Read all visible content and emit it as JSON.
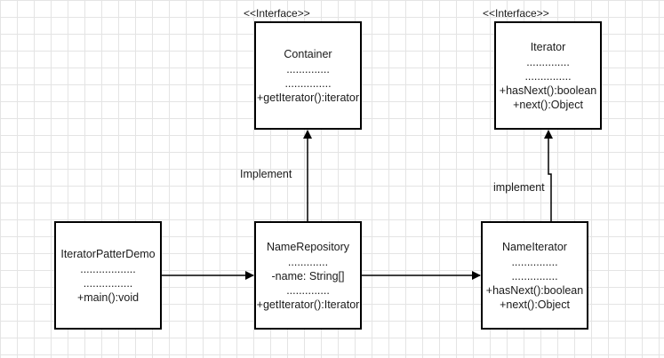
{
  "diagram": {
    "nodes": {
      "container": {
        "stereotype": "<<Interface>>",
        "title": "Container",
        "lines": [
          "..............",
          "...............",
          "+getIterator():iterator"
        ]
      },
      "iterator": {
        "stereotype": "<<Interface>>",
        "title": "Iterator",
        "lines": [
          "..............",
          "...............",
          "+hasNext():boolean",
          "+next():Object"
        ]
      },
      "demo": {
        "title": "IteratorPatterDemo",
        "lines": [
          "..................",
          "................",
          "+main():void"
        ]
      },
      "repository": {
        "title": "NameRepository",
        "lines": [
          ".............",
          "-name: String[]",
          "..............",
          "+getIterator():Iterator"
        ]
      },
      "name_iterator": {
        "title": "NameIterator",
        "lines": [
          "...............",
          "...............",
          "+hasNext():boolean",
          "+next():Object"
        ]
      }
    },
    "edges": {
      "repo_to_container": "Implement",
      "nameiter_to_iterator": "implement"
    },
    "colors": {
      "line": "#000000",
      "grid": "#e4e4e4",
      "background": "#ffffff"
    }
  }
}
